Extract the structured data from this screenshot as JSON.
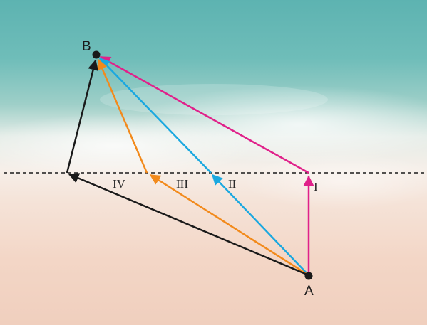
{
  "points": {
    "start_label": "A",
    "end_label": "B"
  },
  "routes": [
    {
      "id": "I",
      "label": "I",
      "color": "#e0218a"
    },
    {
      "id": "II",
      "label": "II",
      "color": "#1aa8e0"
    },
    {
      "id": "III",
      "label": "III",
      "color": "#f28a1c"
    },
    {
      "id": "IV",
      "label": "IV",
      "color": "#1a1a1a"
    }
  ],
  "colors": {
    "sea": "#5bb3b0",
    "surf": "#f4efe9",
    "sand": "#f2d3c3",
    "shoreline_dash": "#1a1a1a"
  }
}
